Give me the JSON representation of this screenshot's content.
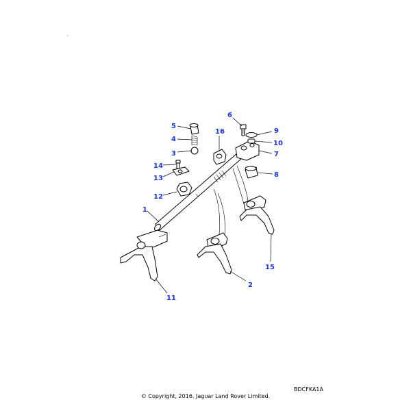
{
  "diagram": {
    "accent_color": "#1a33d6",
    "callouts": [
      {
        "id": "c1",
        "label": "1"
      },
      {
        "id": "c2",
        "label": "2"
      },
      {
        "id": "c3",
        "label": "3"
      },
      {
        "id": "c4",
        "label": "4"
      },
      {
        "id": "c5",
        "label": "5"
      },
      {
        "id": "c6",
        "label": "6"
      },
      {
        "id": "c7",
        "label": "7"
      },
      {
        "id": "c8",
        "label": "8"
      },
      {
        "id": "c9",
        "label": "9"
      },
      {
        "id": "c10",
        "label": "10"
      },
      {
        "id": "c11",
        "label": "11"
      },
      {
        "id": "c12",
        "label": "12"
      },
      {
        "id": "c13",
        "label": "13"
      },
      {
        "id": "c14",
        "label": "14"
      },
      {
        "id": "c15",
        "label": "15"
      },
      {
        "id": "c16",
        "label": "16"
      }
    ]
  },
  "footer": {
    "drawing_code": "BDCFKA1A",
    "copyright": "© Copyright, 2016. Jaguar Land Rover Limited."
  }
}
